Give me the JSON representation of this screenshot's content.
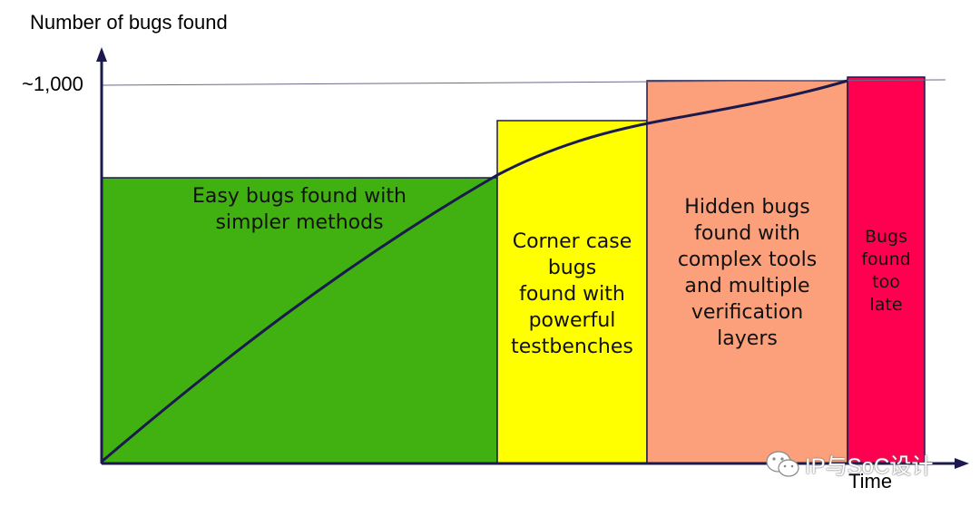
{
  "axes": {
    "y_title": "Number of bugs found",
    "y_tick": "~1,000",
    "x_title": "Time"
  },
  "regions": [
    {
      "id": "easy",
      "label": "Easy bugs found with simpler methods",
      "lines": [
        "Easy bugs found with",
        "simpler methods"
      ],
      "color": "#41b111"
    },
    {
      "id": "corner",
      "label": "Corner case bugs found with powerful testbenches",
      "lines": [
        "Corner case",
        "bugs",
        "found with",
        "powerful",
        "testbenches"
      ],
      "color": "#ffff00"
    },
    {
      "id": "hidden",
      "label": "Hidden bugs found with complex tools and multiple verification layers",
      "lines": [
        "Hidden bugs",
        "found with",
        "complex tools",
        "and multiple",
        "verification",
        "layers"
      ],
      "color": "#fba07a"
    },
    {
      "id": "late",
      "label": "Bugs found too late",
      "lines": [
        "Bugs",
        "found",
        "too",
        "late"
      ],
      "color": "#ff0050"
    }
  ],
  "curve": {
    "label": "cumulative bugs found",
    "color": "#1a1a4e"
  },
  "watermark": {
    "text": "IP与SoC设计",
    "icon": "wechat-icon"
  }
}
